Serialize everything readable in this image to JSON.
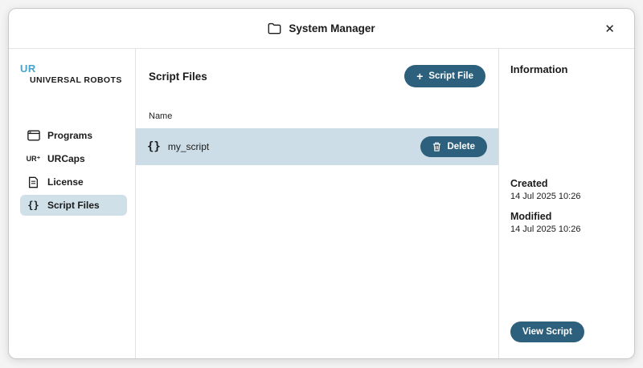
{
  "window": {
    "title": "System Manager"
  },
  "icons": {
    "close": "✕",
    "plus": "+",
    "braces": "{}",
    "urcaps_glyph": "UR⁺",
    "ur_logo": "UR"
  },
  "sidebar": {
    "brand": "UNIVERSAL ROBOTS",
    "items": [
      {
        "label": "Programs"
      },
      {
        "label": "URCaps"
      },
      {
        "label": "License"
      },
      {
        "label": "Script Files",
        "selected": true
      }
    ]
  },
  "main": {
    "title": "Script Files",
    "add_button_label": "Script File",
    "column_header": "Name",
    "rows": [
      {
        "name": "my_script",
        "delete_label": "Delete"
      }
    ]
  },
  "info": {
    "title": "Information",
    "created_label": "Created",
    "created_value": "14 Jul 2025 10:26",
    "modified_label": "Modified",
    "modified_value": "14 Jul 2025 10:26",
    "view_button_label": "View Script"
  },
  "colors": {
    "accent": "#2d607c",
    "row_highlight": "#ccdde7",
    "selected_nav": "#cfe0e9",
    "brand_blue": "#45a6c9"
  }
}
